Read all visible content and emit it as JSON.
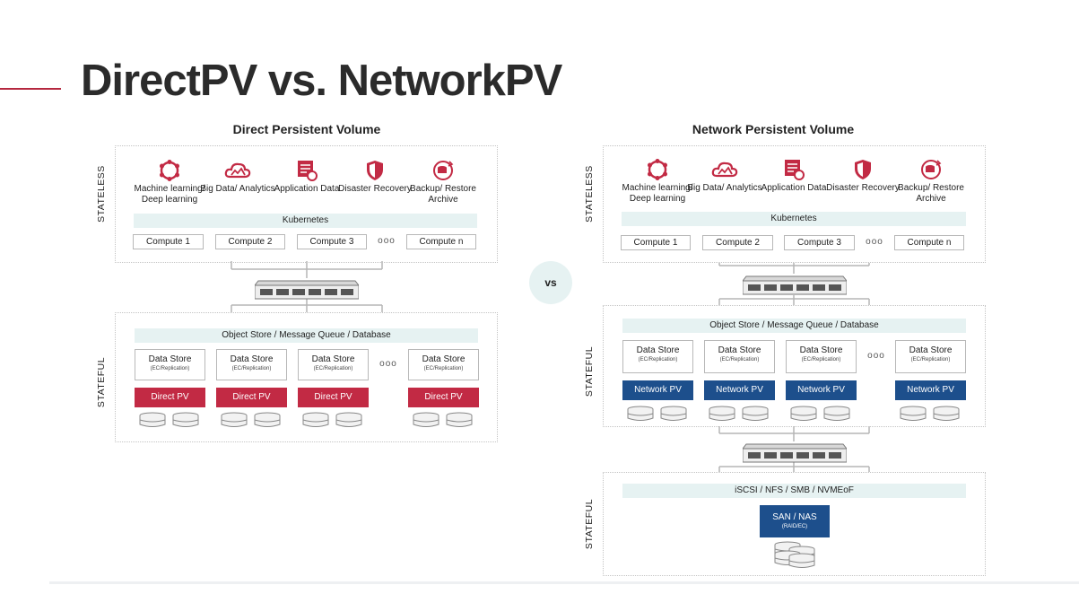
{
  "title": "DirectPV vs. NetworkPV",
  "colors": {
    "accent": "#b5283f",
    "direct_pv": "#c22a44",
    "network_pv": "#1d4f8c",
    "band": "#e6f2f2"
  },
  "vs_label": "vs",
  "apps": [
    {
      "icon": "machine-learning-icon",
      "label": "Machine learning/ Deep learning"
    },
    {
      "icon": "cloud-icon",
      "label": "Big Data/ Analytics"
    },
    {
      "icon": "application-data-icon",
      "label": "Application Data"
    },
    {
      "icon": "shield-icon",
      "label": "Disaster Recovery"
    },
    {
      "icon": "backup-icon",
      "label": "Backup/ Restore Archive"
    }
  ],
  "direct": {
    "title": "Direct Persistent Volume",
    "stateless_label": "STATELESS",
    "stateful_label": "STATEFUL",
    "kubernetes": "Kubernetes",
    "computes": [
      "Compute 1",
      "Compute 2",
      "Compute 3",
      "Compute n"
    ],
    "ellipsis": "ooo",
    "band": "Object Store / Message Queue / Database",
    "stores": [
      {
        "title": "Data Store",
        "sub": "(EC/Replication)",
        "pv": "Direct PV"
      },
      {
        "title": "Data Store",
        "sub": "(EC/Replication)",
        "pv": "Direct PV"
      },
      {
        "title": "Data Store",
        "sub": "(EC/Replication)",
        "pv": "Direct PV"
      },
      {
        "title": "Data Store",
        "sub": "(EC/Replication)",
        "pv": "Direct PV"
      }
    ]
  },
  "network": {
    "title": "Network Persistent Volume",
    "stateless_label": "STATELESS",
    "stateful_label": "STATEFUL",
    "stateful2_label": "STATEFUL",
    "kubernetes": "Kubernetes",
    "computes": [
      "Compute 1",
      "Compute 2",
      "Compute 3",
      "Compute n"
    ],
    "ellipsis": "ooo",
    "band": "Object Store / Message Queue / Database",
    "stores": [
      {
        "title": "Data Store",
        "sub": "(EC/Replication)",
        "pv": "Network PV"
      },
      {
        "title": "Data Store",
        "sub": "(EC/Replication)",
        "pv": "Network PV"
      },
      {
        "title": "Data Store",
        "sub": "(EC/Replication)",
        "pv": "Network PV"
      },
      {
        "title": "Data Store",
        "sub": "(EC/Replication)",
        "pv": "Network PV"
      }
    ],
    "protocols": "iSCSI / NFS / SMB / NVMEoF",
    "san_title": "SAN / NAS",
    "san_sub": "(RAID/EC)"
  }
}
